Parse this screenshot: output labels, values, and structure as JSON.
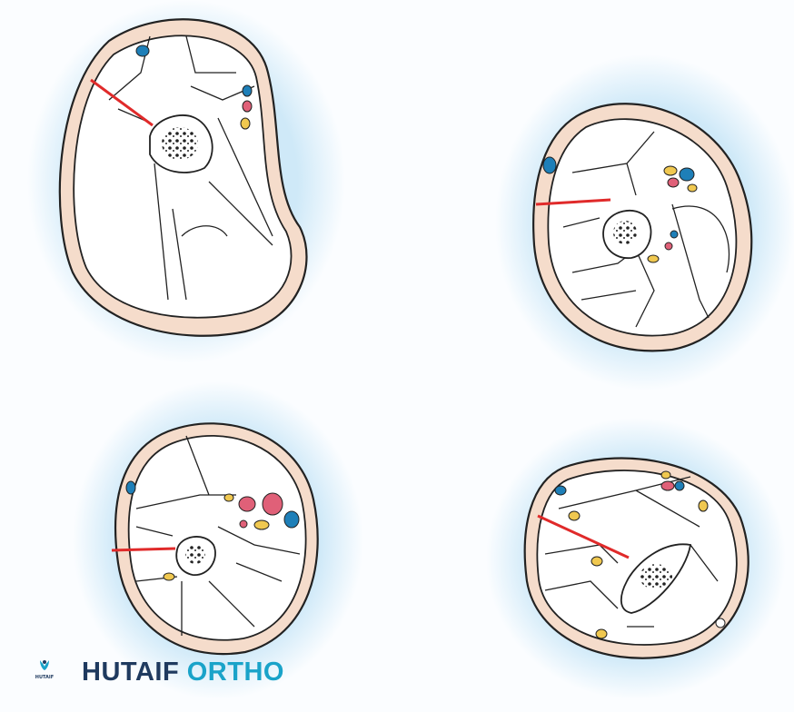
{
  "brand": {
    "name_part1": "HUTAIF",
    "name_part2": "ORTHO",
    "logo_text": "HUTAIF"
  },
  "colors": {
    "skin": "#f5dccb",
    "artery": "#e06078",
    "vein": "#1e7fb8",
    "nerve": "#f0c850",
    "incision": "#e02a2a",
    "glow": "#cfe9f8",
    "brand_dark": "#1f3a5f",
    "brand_light": "#1aa3c9"
  }
}
